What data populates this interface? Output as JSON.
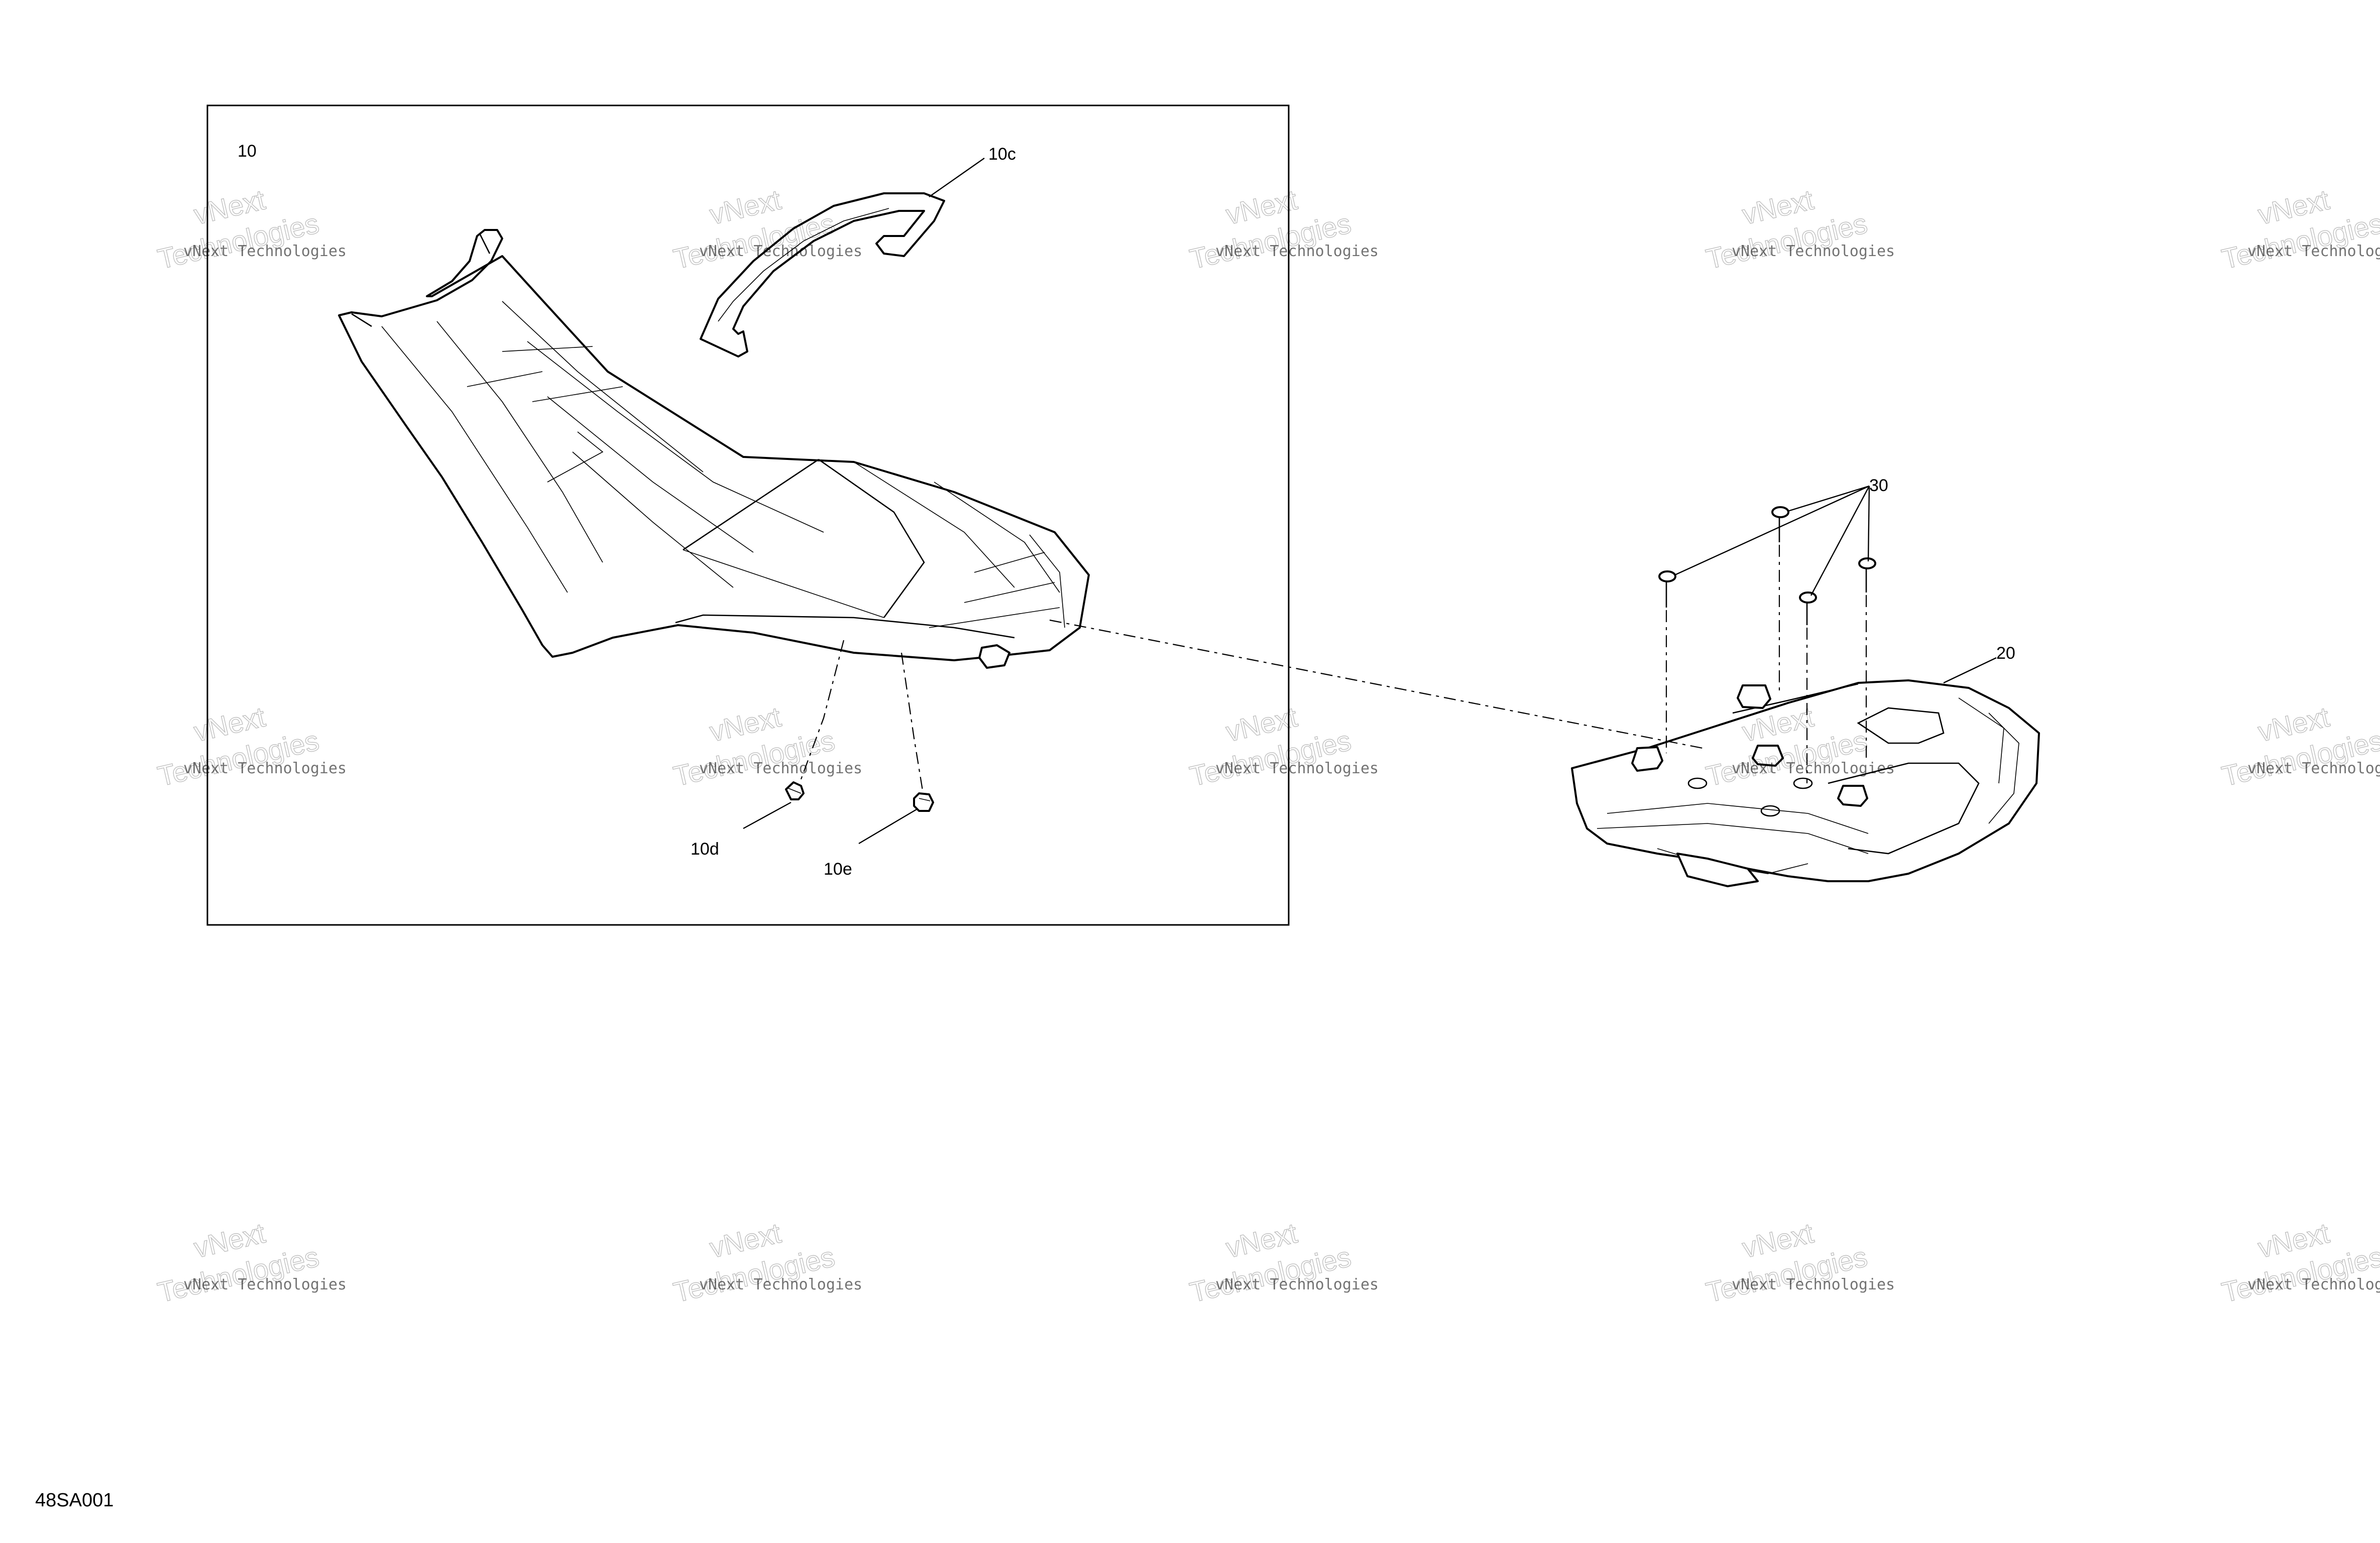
{
  "figure_id": "48SA001",
  "callouts": {
    "seat_assembly": "10",
    "cover": "10c",
    "clip_d": "10d",
    "clip_e": "10e",
    "handle": "20",
    "screws": "30"
  },
  "watermark": {
    "line1": "vNext Technologies",
    "line2": "vNext",
    "line3": "Technologies"
  }
}
